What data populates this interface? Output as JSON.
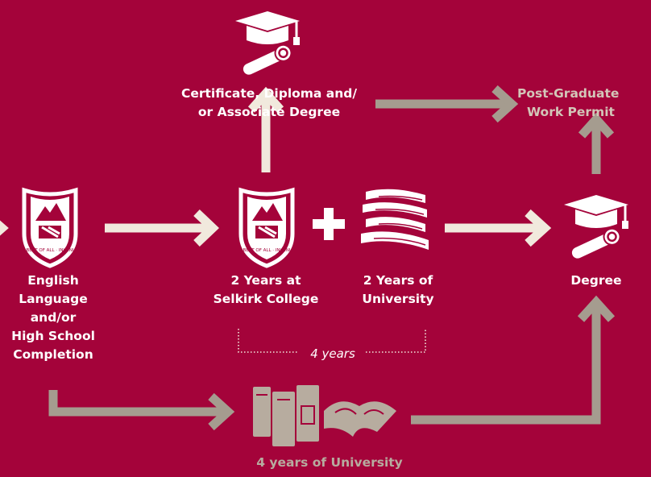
{
  "colors": {
    "background": "#a4033a",
    "arrow_light": "#f1e9dd",
    "arrow_tan": "#a59c8f",
    "text_white": "#ffffff",
    "text_muted": "#d3c6b8"
  },
  "icons": [
    "graduation-cap-diploma-icon",
    "college-crest-icon",
    "plus-icon",
    "book-stack-icon",
    "open-book-icon"
  ],
  "nodes": {
    "credential": {
      "line1": "Certificate, Diploma and/",
      "line2": "or Associate Degree"
    },
    "post_grad": {
      "line1": "Post-Graduate",
      "line2": "Work Permit"
    },
    "english": {
      "line1": "English",
      "line2": "Language",
      "line3": "and/or",
      "line4": "High School",
      "line5": "Completion"
    },
    "selkirk": {
      "line1": "2 Years at",
      "line2": "Selkirk College"
    },
    "university2": {
      "line1": "2 Years of",
      "line2": "University"
    },
    "degree": {
      "label": "Degree"
    },
    "university4": {
      "label": "4 years of University"
    }
  },
  "crest_text": "BEST OF ALL · INVENI",
  "bracket": {
    "label": "4 years"
  }
}
